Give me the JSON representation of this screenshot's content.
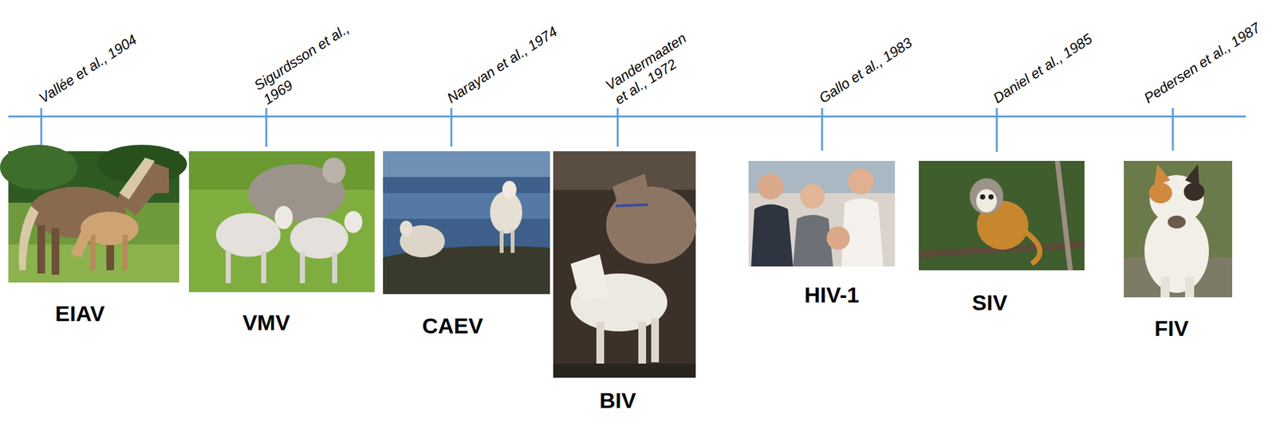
{
  "diagram": {
    "labels": [
      "Vallée et al., 1904",
      "EIAV",
      "Sigurdsson et al., 1969",
      "VMV",
      "Narayan et al., 1974",
      "CAEV",
      "Vandermaaten et al., 1972",
      "BIV",
      "Gallo et al., 1983",
      "HIV-1",
      "Daniel et al., 1985",
      "SIV",
      "Pedersen et al., 1987",
      "FIV"
    ]
  }
}
